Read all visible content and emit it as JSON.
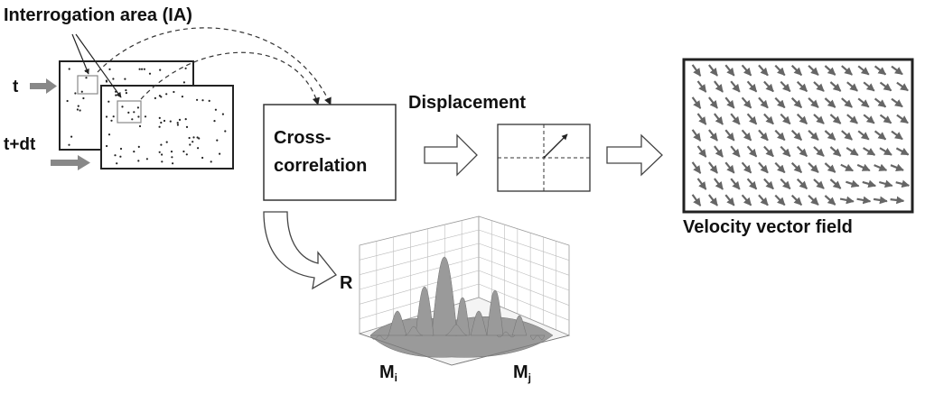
{
  "labels": {
    "ia": "Interrogation area (IA)",
    "t": "t",
    "tdt": "t+dt",
    "cross": "Cross-",
    "correlation": "correlation",
    "displacement": "Displacement",
    "velocity_field": "Velocity vector field",
    "r_axis": "R",
    "mi_base": "M",
    "mi_sub": "i",
    "mj_base": "M",
    "mj_sub": "j"
  },
  "colors": {
    "stroke": "#333333",
    "arrow_gray": "#666666",
    "frame_gray": "#888888",
    "surface": "#9a9a9a"
  }
}
